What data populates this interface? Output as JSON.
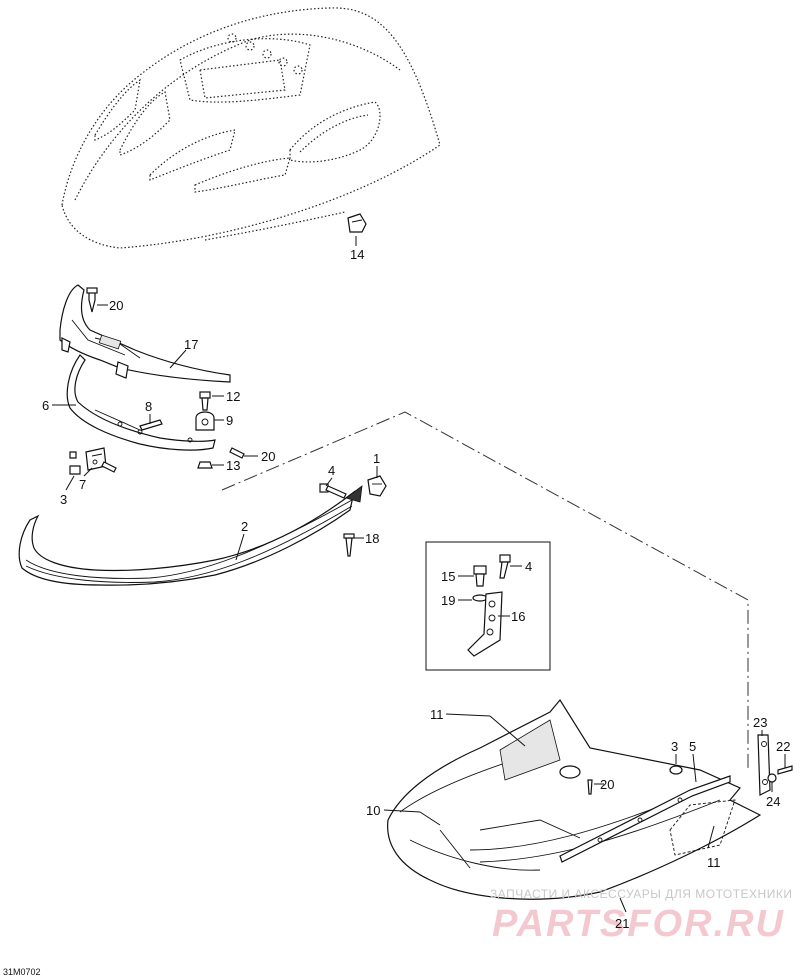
{
  "drawing_code": "31M0702",
  "watermark": {
    "top_text": "ЗАПЧАСТИ И АКСЕССУАРЫ ДЛЯ МОТОТЕХНИКИ",
    "main_text": "PARTSFOR.RU"
  },
  "callouts": {
    "c14": "14",
    "c20a": "20",
    "c17": "17",
    "c6": "6",
    "c12": "12",
    "c8": "8",
    "c9": "9",
    "c20b": "20",
    "c13": "13",
    "c7": "7",
    "c3a": "3",
    "c4a": "4",
    "c1": "1",
    "c2": "2",
    "c18": "18",
    "c15": "15",
    "c4b": "4",
    "c19": "19",
    "c16": "16",
    "c11a": "11",
    "c3b": "3",
    "c5": "5",
    "c23": "23",
    "c22": "22",
    "c20c": "20",
    "c10": "10",
    "c24": "24",
    "c11b": "11",
    "c21": "21"
  }
}
